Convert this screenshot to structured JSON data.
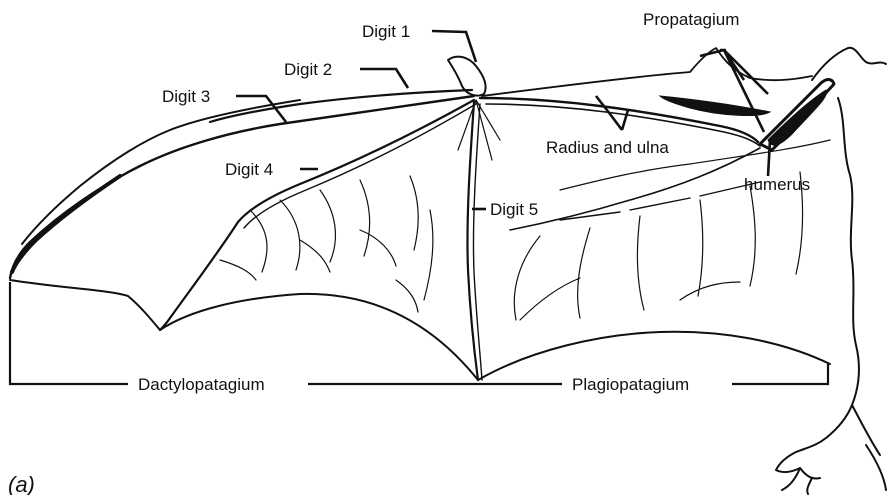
{
  "labels": {
    "digit1": "Digit 1",
    "digit2": "Digit 2",
    "digit3": "Digit 3",
    "digit4": "Digit 4",
    "digit5": "Digit 5",
    "propatagium": "Propatagium",
    "radius_ulna": "Radius and ulna",
    "humerus": "humerus",
    "dactylopatagium": "Dactylopatagium",
    "plagiopatagium": "Plagiopatagium",
    "panel": "(a)"
  }
}
